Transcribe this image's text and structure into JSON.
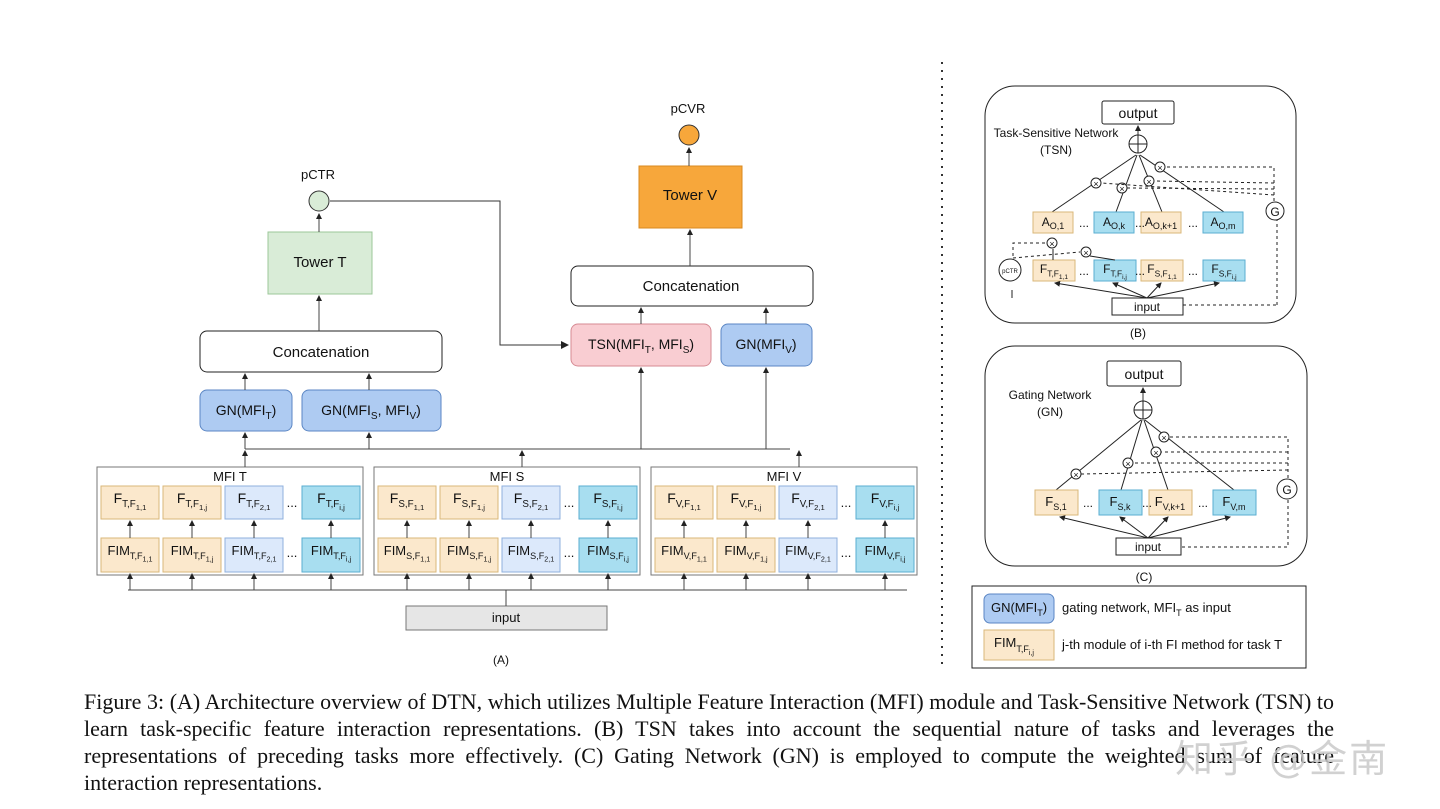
{
  "panelA": {
    "pctr": "pCTR",
    "pcvr": "pCVR",
    "tower_t": "Tower T",
    "tower_v": "Tower V",
    "concat_left": "Concatenation",
    "concat_right": "Concatenation",
    "gn_t": "GN(MFIT)",
    "gn_sv": "GN(MFIS, MFIV)",
    "tsn": "TSN(MFIT, MFIS)",
    "gn_v": "GN(MFIV)",
    "groups": [
      {
        "title": "MFI T",
        "f": [
          "FT,F1,1",
          "FT,F1,j",
          "FT,F2,1",
          "FT,Fi,j"
        ],
        "fim": [
          "FIMT,F1,1",
          "FIMT,F1,j",
          "FIMT,F2,1",
          "FIMT,Fi,j"
        ]
      },
      {
        "title": "MFI S",
        "f": [
          "FS,F1,1",
          "FS,F1,j",
          "FS,F2,1",
          "FS,Fi,j"
        ],
        "fim": [
          "FIMS,F1,1",
          "FIMS,F1,j",
          "FIMS,F2,1",
          "FIMS,Fi,j"
        ]
      },
      {
        "title": "MFI V",
        "f": [
          "FV,F1,1",
          "FV,F1,j",
          "FV,F2,1",
          "FV,Fi,j"
        ],
        "fim": [
          "FIMV,F1,1",
          "FIMV,F1,j",
          "FIMV,F2,1",
          "FIMV,Fi,j"
        ]
      }
    ],
    "ellipsis": "...",
    "input": "input",
    "label": "(A)"
  },
  "panelB": {
    "output": "output",
    "title_line1": "Task-Sensitive Network",
    "title_line2": "(TSN)",
    "a_nodes": [
      "AO,1",
      "AO,k",
      "AO,k+1",
      "AO,m"
    ],
    "f_nodes": [
      "FT,F1,1",
      "FT,Fi,j",
      "FS,F1,1",
      "FS,Fi,j"
    ],
    "pctr_small": "pCTR",
    "gate": "G",
    "input": "input",
    "label": "(B)"
  },
  "panelC": {
    "output": "output",
    "title_line1": "Gating Network",
    "title_line2": "(GN)",
    "f_nodes": [
      "FS,1",
      "FS,k",
      "FV,k+1",
      "FV,m"
    ],
    "gate": "G",
    "input": "input",
    "label": "(C)"
  },
  "legend": {
    "gn_box": "GN(MFIT)",
    "gn_desc": "gating network, MFIT as input",
    "fim_box": "FIMT,Fi,j",
    "fim_desc": "j-th module of i-th FI method for task T"
  },
  "caption": "Figure 3: (A) Architecture overview of DTN, which utilizes Multiple Feature Interaction (MFI) module and Task-Sensitive Network (TSN) to learn task-specific feature interaction representations. (B) TSN takes into account the sequential nature of tasks and leverages the representations of preceding tasks more effectively. (C) Gating Network (GN) is employed to compute the weighted sum of feature interaction representations.",
  "watermark": "知乎 @金南",
  "colors": {
    "tan": "#fbe8cc",
    "tan_border": "#d9b77a",
    "lightblue": "#dce9fb",
    "lightblue_border": "#8fb0de",
    "cyan": "#a8def0",
    "cyan_border": "#5aaed0",
    "gn_blue": "#aecbf2",
    "gn_border": "#5b86c4",
    "tsn_pink": "#f9cdd2",
    "tsn_border": "#d68a93",
    "tower_green": "#d9ecd7",
    "tower_green_border": "#9cc79a",
    "tower_orange": "#f7a73b",
    "tower_orange_border": "#d98a1f",
    "input_gray": "#e6e6e6"
  }
}
